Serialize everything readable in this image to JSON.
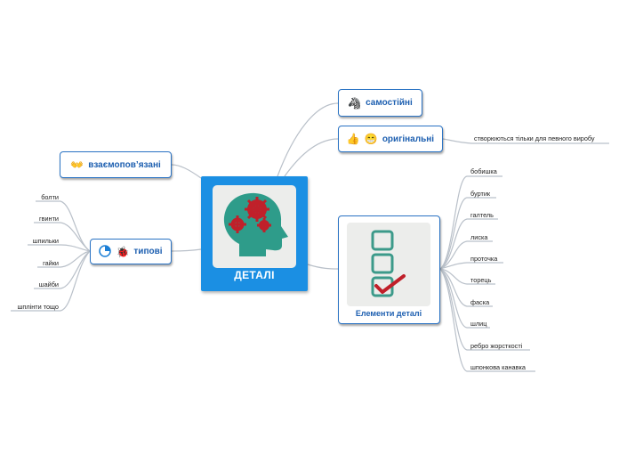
{
  "central": {
    "label": "ДЕТАЛІ",
    "image": "head-with-gears-icon"
  },
  "branches": {
    "samostiyni": {
      "label": "самостійні",
      "icon": "zebra-icon"
    },
    "oryhinalni": {
      "label": "оригінальні",
      "icons": [
        "thumbs-up-icon",
        "grin-face-icon"
      ],
      "note": "створюються тільки для певного виробу"
    },
    "vzaiemopovyazani": {
      "label": "взаємопов’язані",
      "icon": "clapping-hands-icon"
    },
    "typovi": {
      "label": "типові",
      "icons": [
        "pie-chart-icon",
        "ladybug-icon"
      ],
      "items": [
        "болти",
        "гвинти",
        "шпильки",
        "гайки",
        "шайби",
        "шплінти тощо"
      ]
    },
    "elementy": {
      "label": "Елементи деталі",
      "image": "checklist-icon",
      "items": [
        "бобишка",
        "буртик",
        "галтель",
        "лиска",
        "проточка",
        "торець",
        "фаска",
        "шлиц",
        "ребро жорсткості",
        "шпонкова канавка"
      ]
    }
  }
}
